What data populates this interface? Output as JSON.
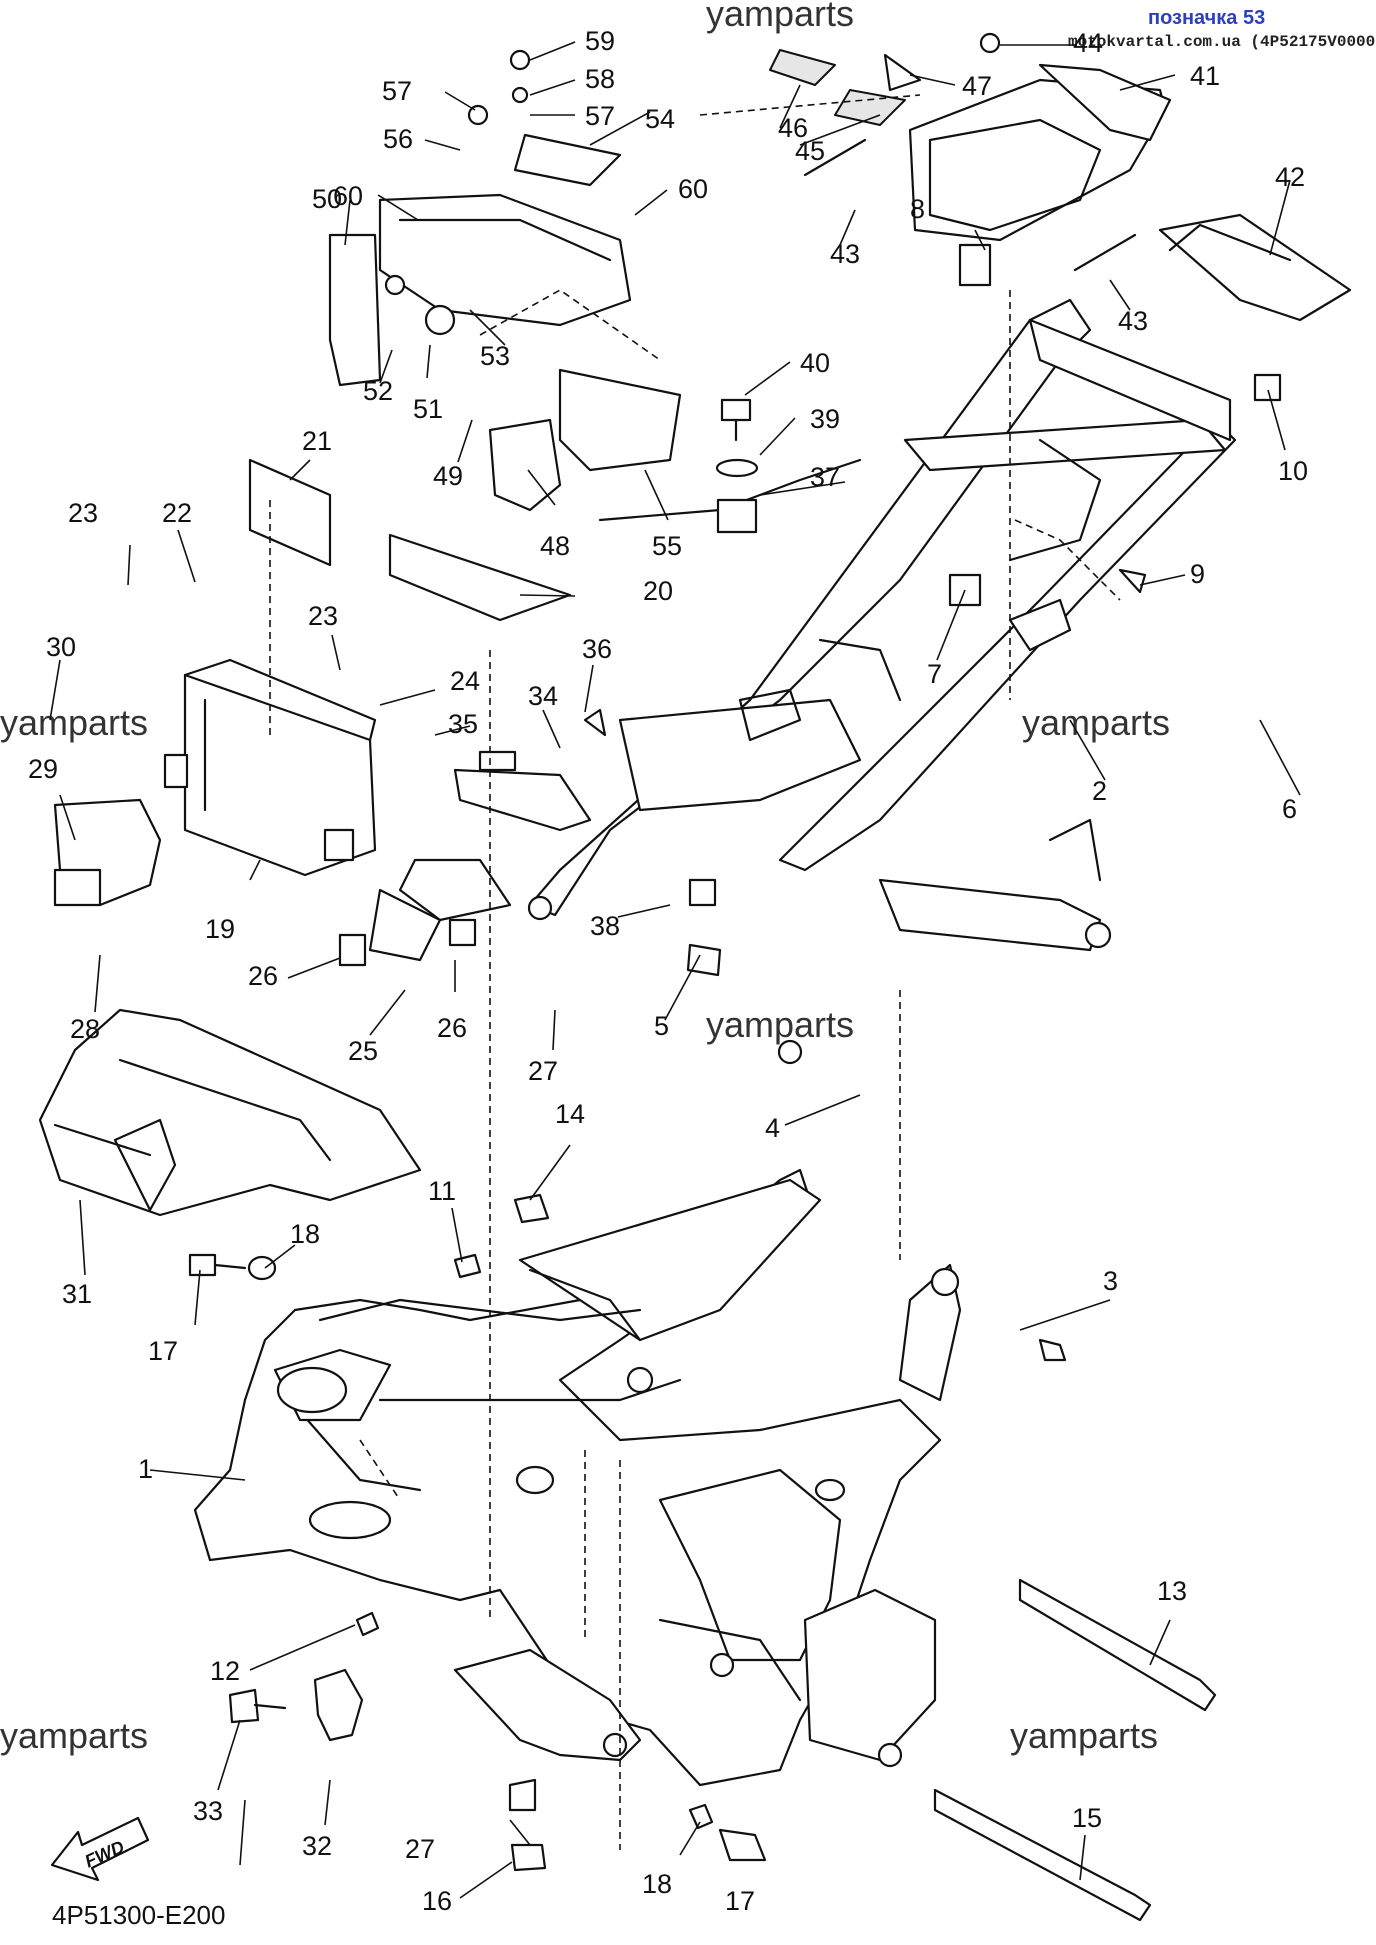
{
  "header": {
    "label": "позначка 53",
    "site": "motokvartal.com.ua (4P52175V0000)"
  },
  "watermarks": [
    "yamparts",
    "yamparts",
    "yamparts",
    "yamparts",
    "yamparts",
    "yamparts"
  ],
  "diagram_code": "4P51300-E200",
  "fwd_label": "FWD",
  "callouts": [
    "1",
    "2",
    "3",
    "4",
    "5",
    "6",
    "7",
    "8",
    "9",
    "10",
    "11",
    "12",
    "13",
    "14",
    "15",
    "16",
    "17",
    "17",
    "18",
    "18",
    "19",
    "20",
    "21",
    "22",
    "23",
    "23",
    "24",
    "25",
    "26",
    "26",
    "27",
    "27",
    "28",
    "29",
    "30",
    "31",
    "32",
    "33",
    "34",
    "35",
    "36",
    "37",
    "38",
    "39",
    "40",
    "41",
    "42",
    "43",
    "43",
    "44",
    "45",
    "46",
    "47",
    "48",
    "49",
    "50",
    "51",
    "52",
    "53",
    "54",
    "55",
    "56",
    "57",
    "57",
    "58",
    "59",
    "60",
    "60"
  ],
  "colors": {
    "header_label": "#2b3fbf",
    "lines": "#111111"
  },
  "icons": [
    "fwd-arrow-icon"
  ]
}
